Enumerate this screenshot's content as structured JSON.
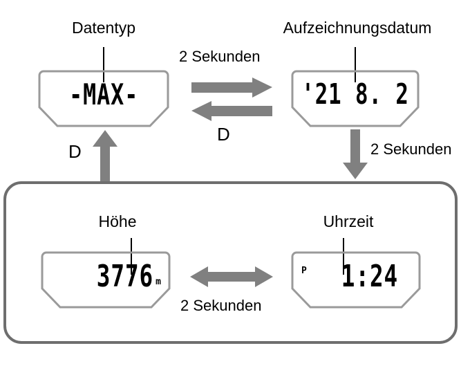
{
  "diagram": {
    "title_absent": true,
    "accent_gray": "#808080",
    "frame_gray": "#6e6e6e",
    "panel_outline_gray": "#9a9a9a",
    "text_black": "#000000"
  },
  "panels": [
    {
      "id": "datatype",
      "caption": "Datentyp",
      "display": "-MAX-",
      "unit": "",
      "flag": ""
    },
    {
      "id": "record-date",
      "caption": "Aufzeichnungsdatum",
      "display": "'21  8. 2",
      "unit": "",
      "flag": ""
    },
    {
      "id": "altitude",
      "caption": "Höhe",
      "display": "3776",
      "unit": "m",
      "flag": ""
    },
    {
      "id": "time-of-day",
      "caption": "Uhrzeit",
      "display": "1:24",
      "unit": "",
      "flag": "P"
    }
  ],
  "transitions": [
    {
      "id": "datatype-to-date",
      "label": "2 Sekunden",
      "direction": "right"
    },
    {
      "id": "date-to-datatype",
      "label": "D",
      "direction": "left"
    },
    {
      "id": "altitude-to-datatype",
      "label": "D",
      "direction": "up"
    },
    {
      "id": "date-to-group",
      "label": "2 Sekunden",
      "direction": "down"
    },
    {
      "id": "altitude-time-swap",
      "label": "2 Sekunden",
      "direction": "both"
    }
  ],
  "labels": {
    "seconds_top": "2 Sekunden",
    "seconds_right": "2 Sekunden",
    "seconds_bottom": "2 Sekunden",
    "d_left": "D",
    "d_middle": "D"
  }
}
